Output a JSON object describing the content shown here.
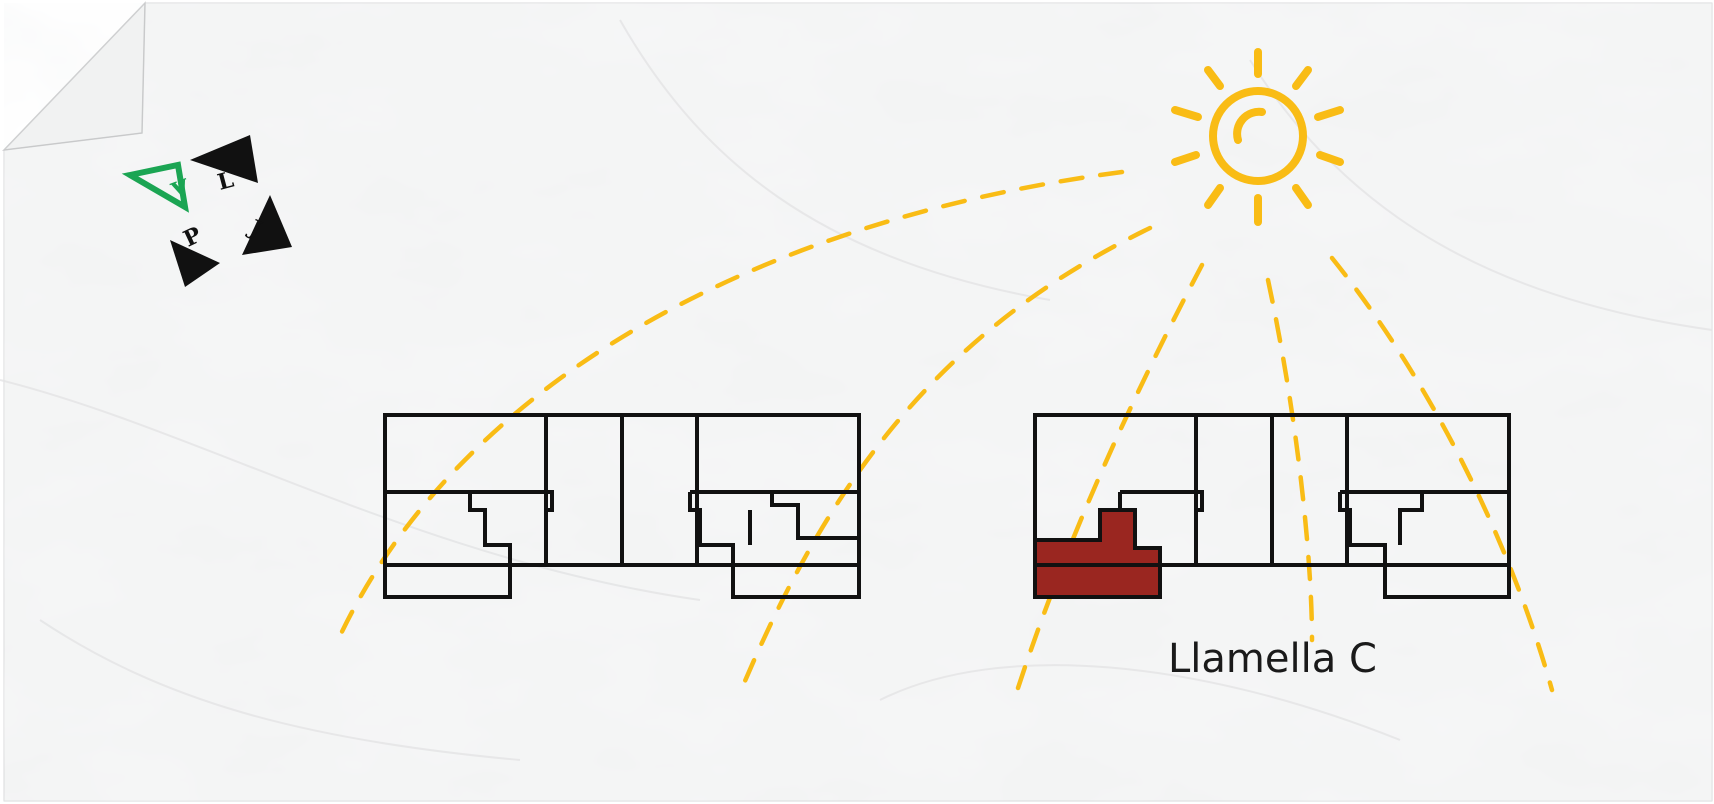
{
  "colors": {
    "paper": "#f5f6f6",
    "sun": "#F9BC15",
    "highlight": "#9A2620",
    "logo_accent": "#1BA553",
    "ink": "#111111"
  },
  "logo": {
    "letters": [
      "V",
      "L",
      "J",
      "P"
    ]
  },
  "buildings": [
    {
      "name": "",
      "highlighted_unit": false
    },
    {
      "name": "Llamella C",
      "highlighted_unit": true
    }
  ],
  "icons": [
    "sun-icon",
    "logo-icon",
    "folded-corner-icon"
  ]
}
